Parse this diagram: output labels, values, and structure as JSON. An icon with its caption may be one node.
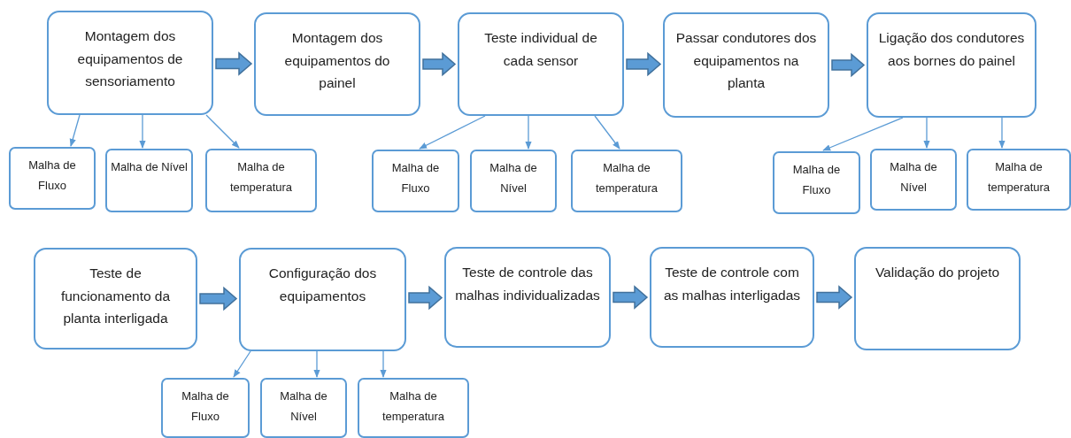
{
  "diagram": {
    "nodes": [
      {
        "text": [
          "Montagem dos equipamentos de sensoriamento"
        ]
      },
      {
        "text": [
          "Montagem dos equipamentos do painel"
        ]
      },
      {
        "text": [
          "Teste individual de cada sensor"
        ]
      },
      {
        "text": [
          "Passar condutores dos equipamentos na planta"
        ]
      },
      {
        "text": [
          "Ligação dos condutores aos bornes do painel"
        ]
      },
      {
        "text": [
          "Malha de Fluxo"
        ]
      },
      {
        "text": [
          "Malha de Nível"
        ]
      },
      {
        "text": [
          "Malha de temperatura"
        ]
      },
      {
        "text": [
          "Malha de Fluxo"
        ]
      },
      {
        "text": [
          "Malha de Nível"
        ]
      },
      {
        "text": [
          "Malha de temperatura"
        ]
      },
      {
        "text": [
          "Malha de Fluxo"
        ]
      },
      {
        "text": [
          "Malha de Nível"
        ]
      },
      {
        "text": [
          "Malha de temperatura"
        ]
      },
      {
        "text": [
          "Teste de funcionamento da planta interligada"
        ]
      },
      {
        "text": [
          "Configuração dos equipamentos"
        ]
      },
      {
        "text": [
          "Teste de controle das malhas individualizadas"
        ]
      },
      {
        "text": [
          "Teste de controle com as malhas interligadas"
        ]
      },
      {
        "text": [
          "Validação do projeto"
        ]
      },
      {
        "text": [
          "Malha de Fluxo"
        ]
      },
      {
        "text": [
          "Malha de Nível"
        ]
      },
      {
        "text": [
          "Malha de temperatura"
        ]
      }
    ],
    "edges": [
      {
        "from": 0,
        "to": 1,
        "arrow": "to",
        "style": "thick"
      },
      {
        "from": 1,
        "to": 2,
        "arrow": "to",
        "style": "thick"
      },
      {
        "from": 2,
        "to": 3,
        "arrow": "to",
        "style": "thick"
      },
      {
        "from": 3,
        "to": 4,
        "arrow": "to",
        "style": "thick"
      },
      {
        "from": 0,
        "to": 5,
        "arrow": "to"
      },
      {
        "from": 0,
        "to": 6,
        "arrow": "to"
      },
      {
        "from": 0,
        "to": 7,
        "arrow": "to"
      },
      {
        "from": 2,
        "to": 8,
        "arrow": "to"
      },
      {
        "from": 2,
        "to": 9,
        "arrow": "to"
      },
      {
        "from": 2,
        "to": 10,
        "arrow": "to"
      },
      {
        "from": 4,
        "to": 11,
        "arrow": "to"
      },
      {
        "from": 4,
        "to": 12,
        "arrow": "to"
      },
      {
        "from": 4,
        "to": 13,
        "arrow": "to"
      },
      {
        "from": 14,
        "to": 15,
        "arrow": "to",
        "style": "thick"
      },
      {
        "from": 15,
        "to": 16,
        "arrow": "to",
        "style": "thick"
      },
      {
        "from": 16,
        "to": 17,
        "arrow": "to",
        "style": "thick"
      },
      {
        "from": 17,
        "to": 18,
        "arrow": "to",
        "style": "thick"
      },
      {
        "from": 15,
        "to": 19,
        "arrow": "to"
      },
      {
        "from": 15,
        "to": 20,
        "arrow": "to"
      },
      {
        "from": 15,
        "to": 21,
        "arrow": "to"
      }
    ]
  }
}
